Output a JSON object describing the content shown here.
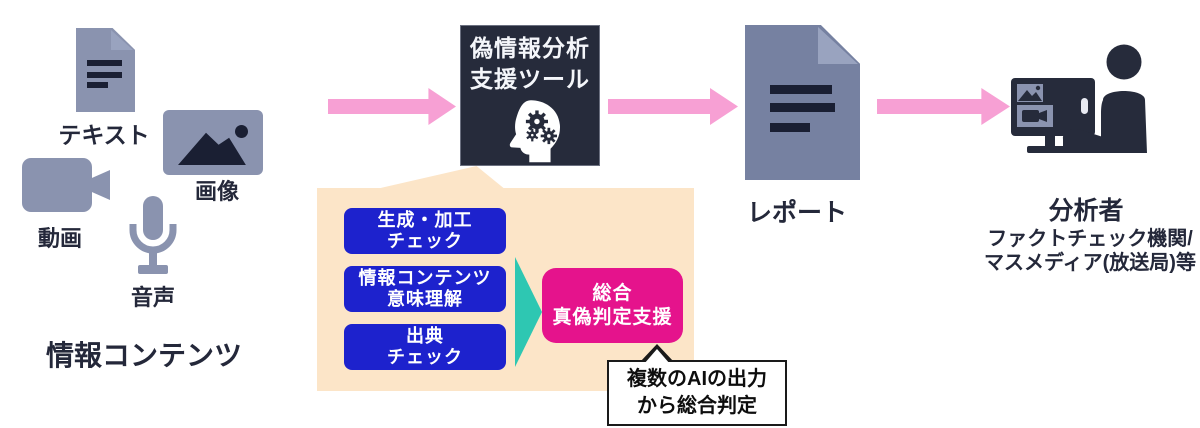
{
  "background": "#ffffff",
  "colors": {
    "accent_pink": "#F7A0D4",
    "accent_teal": "#2EC7B2",
    "module_blue": "#1D22CD",
    "output_magenta": "#E5138C",
    "panel_beige": "#FCE5C8",
    "dark_navy": "#262B3B",
    "icon_gray_blue": "#8A93AF",
    "report_gray_blue": "#7681A1"
  },
  "inputs": {
    "group_label": "情報コンテンツ",
    "items": [
      {
        "label": "テキスト",
        "icon": "document-icon"
      },
      {
        "label": "画像",
        "icon": "image-icon"
      },
      {
        "label": "動画",
        "icon": "video-camera-icon"
      },
      {
        "label": "音声",
        "icon": "microphone-icon"
      }
    ]
  },
  "tool": {
    "title_line1": "偽情報分析",
    "title_line2": "支援ツール",
    "icon": "head-gears-icon"
  },
  "pipeline": {
    "modules": [
      {
        "line1": "生成・加工",
        "line2": "チェック"
      },
      {
        "line1": "情報コンテンツ",
        "line2": "意味理解"
      },
      {
        "line1": "出典",
        "line2": "チェック"
      }
    ],
    "output": {
      "line1": "総合",
      "line2": "真偽判定支援"
    },
    "callout": {
      "line1": "複数のAIの出力",
      "line2": "から総合判定"
    }
  },
  "report": {
    "label": "レポート",
    "icon": "report-document-icon"
  },
  "analyst": {
    "label": "分析者",
    "org_line1": "ファクトチェック機関/",
    "org_line2": "マスメディア(放送局)等",
    "icon": "analyst-at-computer-icon"
  }
}
